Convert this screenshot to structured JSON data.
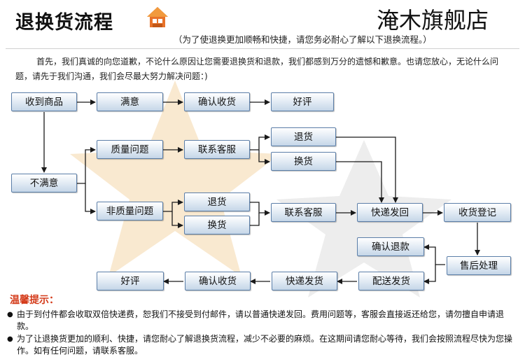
{
  "header": {
    "title": "退换货流程",
    "subtitle": "（为了使退换更加顺畅和快捷，请您务必耐心了解以下退换流程。）",
    "store_name": "淹木旗舰店",
    "house_icon": "house-icon"
  },
  "intro": "首先，我们真诚的向您道歉，不论什么原因让您需要退换货和退款，我们都感到万分的遗憾和歉意。也请您放心，无论什么问题，请先于我们沟通，我们会尽最大努力解决问题：)",
  "flow": {
    "receive": "收到商品",
    "satisfied": "满意",
    "confirm_receipt_top": "确认收货",
    "good_review_top": "好评",
    "unsatisfied": "不满意",
    "quality_issue": "质量问题",
    "contact_cs_quality": "联系客服",
    "return_quality": "退货",
    "exchange_quality": "换货",
    "non_quality_issue": "非质量问题",
    "return_nonquality": "退货",
    "exchange_nonquality": "换货",
    "contact_cs_nonquality": "联系客服",
    "ship_back": "快递发回",
    "receive_register": "收货登记",
    "confirm_refund": "确认退款",
    "after_sales": "售后处理",
    "deliver_dispatch": "配送发货",
    "express_dispatch": "快递发货",
    "confirm_receipt_bottom": "确认收货",
    "good_review_bottom": "好评"
  },
  "tips": {
    "title": "温馨提示：",
    "items": [
      "由于到付件都会收取双倍快递费，恕我们不接受到付邮件，请以普通快递发回。费用问题等，客服会直接返还给您，请勿擅自申请退款。",
      "为了让退换货更加的顺利、快捷，请您耐心了解退换货流程，减少不必要的麻烦。在这期间请您耐心等待，我们会按照流程尽快为您操作。如有任何问题，请联系客服。"
    ]
  },
  "colors": {
    "node_border": "#5b7ea8",
    "arrow": "#1a1a1a",
    "tips_title": "#d43b1a",
    "watermark_star": "#f6dcb4",
    "watermark_gray": "#e6e6e6"
  }
}
